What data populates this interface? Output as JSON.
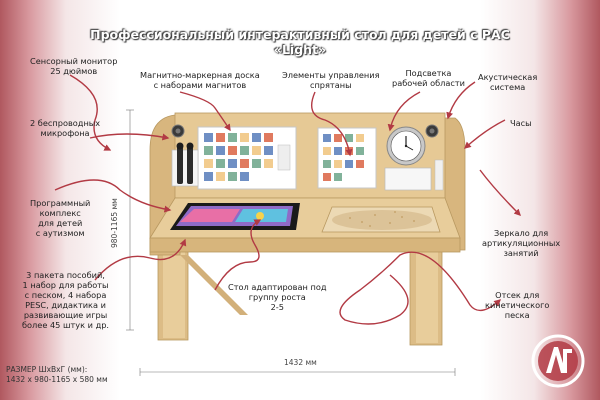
{
  "title_line1": "Профессиональный интерактивный стол для детей с РАС",
  "title_line2": "«Light»",
  "labels": {
    "monitor": [
      "Сенсорный монитор",
      "25 дюймов"
    ],
    "microphones": [
      "2 беспроводных",
      "микрофона"
    ],
    "program": [
      "Программный",
      "комплекс",
      "для детей",
      "с аутизмом"
    ],
    "kits": [
      "3 пакета пособий,",
      "1 набор для работы",
      "с песком, 4 набора",
      "PESC, дидактика и",
      "развивающие игры",
      "более 45 штук и др."
    ],
    "board": [
      "Магнитно-маркерная доска",
      "с наборами магнитов"
    ],
    "controls": [
      "Элементы управления",
      "спрятаны"
    ],
    "light": [
      "Подсветка",
      "рабочей области"
    ],
    "acoustic": [
      "Акустическая",
      "система"
    ],
    "clock": [
      "Часы"
    ],
    "mirror": [
      "Зеркало для",
      "артикуляционных",
      "занятий"
    ],
    "sand": [
      "Отсек для",
      "кинетического",
      "песка"
    ],
    "group": [
      "Стол адаптирован под",
      "группу роста",
      "2-5"
    ]
  },
  "dims": {
    "width": "1432 мм",
    "height": "980-1165 мм",
    "size_label": "РАЗМЕР ШхВхГ (мм):",
    "size_value": "1432 х 980-1165 х 580 мм"
  },
  "colors": {
    "arrow": "#b23a44",
    "wood": "#e3c48e",
    "wood_dark": "#c9a56b",
    "accent": "#b23a44"
  }
}
